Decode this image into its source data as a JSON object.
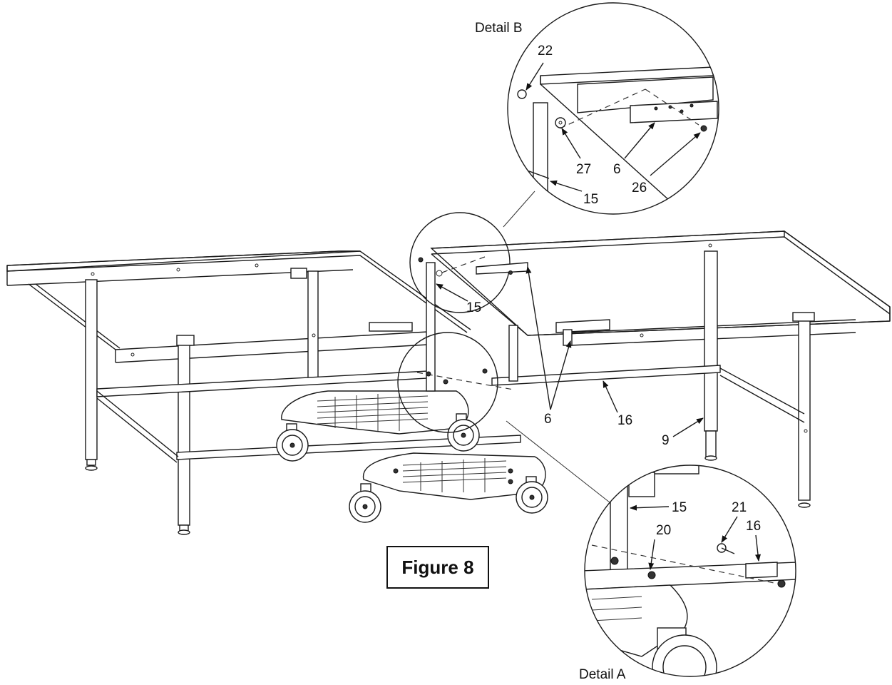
{
  "figure_title": "Figure 8",
  "details": {
    "detail_a": "Detail A",
    "detail_b": "Detail B"
  },
  "part_labels": {
    "p22": "22",
    "p27": "27",
    "p6_detail": "6",
    "p26": "26",
    "p15_detail_b": "15",
    "p15_main": "15",
    "p6_main": "6",
    "p16_main": "16",
    "p9": "9",
    "p15_detail_a": "15",
    "p21": "21",
    "p16_detail": "16",
    "p20": "20"
  }
}
